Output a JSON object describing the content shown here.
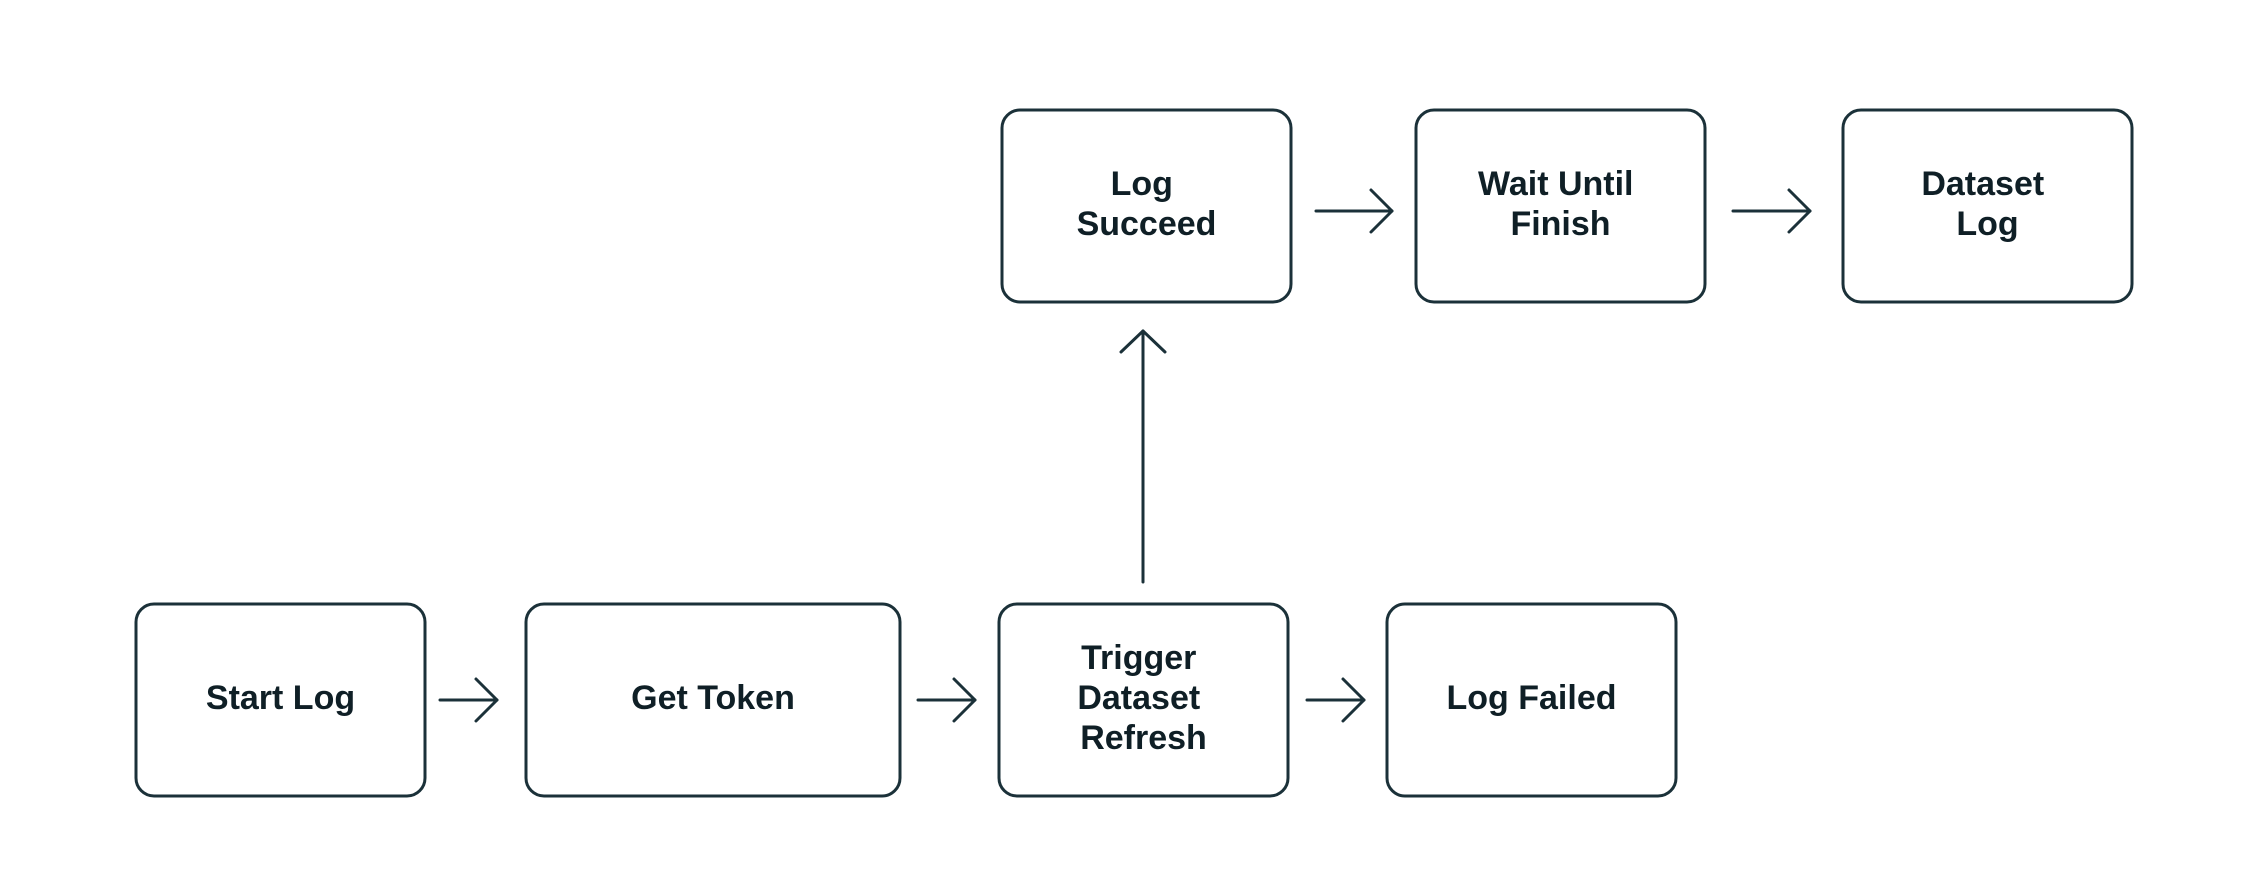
{
  "colors": {
    "stroke": "#1b3139",
    "text": "#0f1f26",
    "background": "#ffffff"
  },
  "nodes": [
    {
      "id": "start-log",
      "lines": [
        "Start Log"
      ]
    },
    {
      "id": "get-token",
      "lines": [
        "Get Token"
      ]
    },
    {
      "id": "trigger-dataset-refresh",
      "lines": [
        "Trigger",
        "Dataset",
        "Refresh"
      ]
    },
    {
      "id": "log-failed",
      "lines": [
        "Log Failed"
      ]
    },
    {
      "id": "log-succeed",
      "lines": [
        "Log",
        "Succeed"
      ]
    },
    {
      "id": "wait-until-finish",
      "lines": [
        "Wait Until",
        "Finish"
      ]
    },
    {
      "id": "dataset-log",
      "lines": [
        "Dataset",
        "Log"
      ]
    }
  ],
  "edges": [
    {
      "from": "start-log",
      "to": "get-token"
    },
    {
      "from": "get-token",
      "to": "trigger-dataset-refresh"
    },
    {
      "from": "trigger-dataset-refresh",
      "to": "log-failed"
    },
    {
      "from": "trigger-dataset-refresh",
      "to": "log-succeed"
    },
    {
      "from": "log-succeed",
      "to": "wait-until-finish"
    },
    {
      "from": "wait-until-finish",
      "to": "dataset-log"
    }
  ]
}
